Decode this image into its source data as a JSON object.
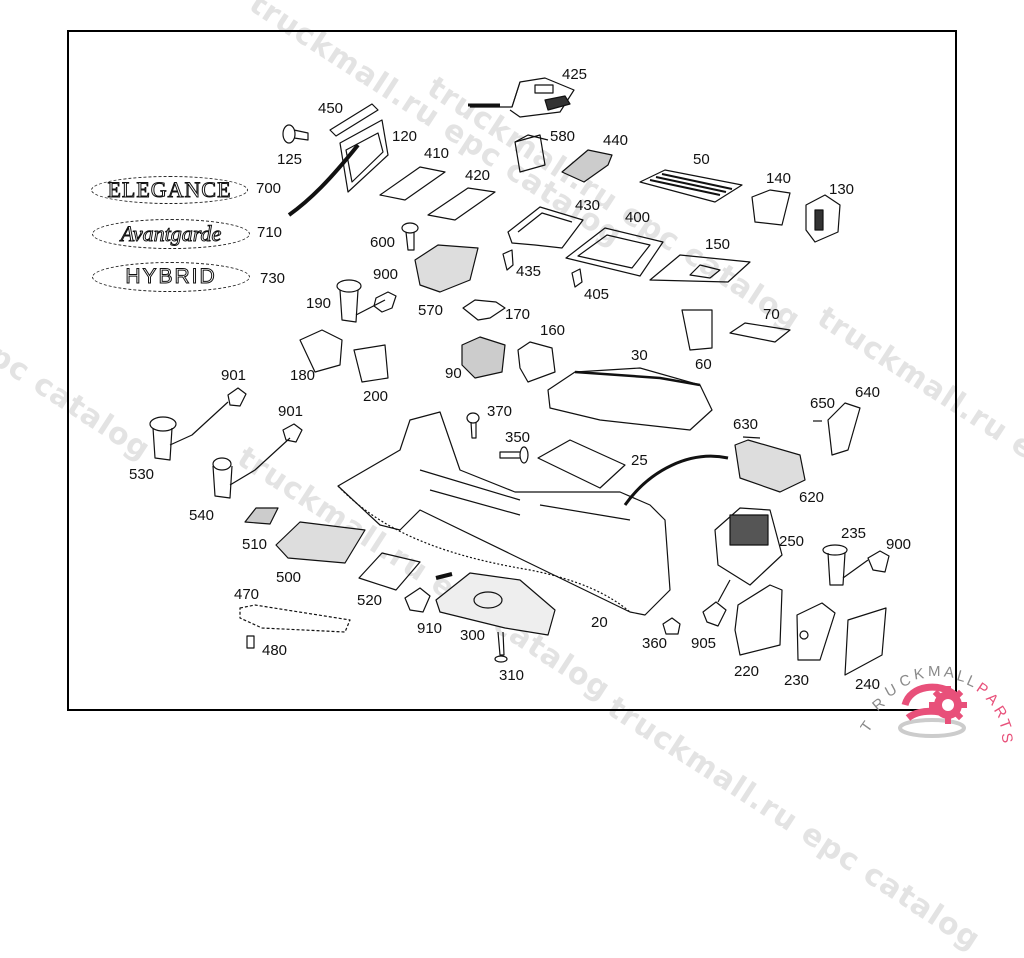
{
  "diagram": {
    "type": "exploded-parts-diagram",
    "subject": "center console assembly"
  },
  "badges": [
    {
      "id": "700",
      "text": "ELEGANCE",
      "style": "serif"
    },
    {
      "id": "710",
      "text": "Avantgarde",
      "style": "italic-serif"
    },
    {
      "id": "730",
      "text": "HYBRID",
      "style": "sans"
    }
  ],
  "labels": {
    "p425": "425",
    "p450": "450",
    "p120": "120",
    "p125": "125",
    "p410": "410",
    "p420": "420",
    "p580": "580",
    "p440": "440",
    "p50": "50",
    "p140": "140",
    "p130": "130",
    "p700": "700",
    "p710": "710",
    "p730": "730",
    "p430": "430",
    "p400": "400",
    "p150": "150",
    "p600": "600",
    "p900a": "900",
    "p435": "435",
    "p405": "405",
    "p190": "190",
    "p570": "570",
    "p170": "170",
    "p70": "70",
    "p160": "160",
    "p180": "180",
    "p90": "90",
    "p30": "30",
    "p60": "60",
    "p200": "200",
    "p901a": "901",
    "p901b": "901",
    "p370": "370",
    "p650": "650",
    "p640": "640",
    "p630": "630",
    "p350": "350",
    "p25": "25",
    "p530": "530",
    "p620": "620",
    "p540": "540",
    "p510": "510",
    "p235": "235",
    "p250": "250",
    "p900b": "900",
    "p500": "500",
    "p470": "470",
    "p520": "520",
    "p910": "910",
    "p20": "20",
    "p300": "300",
    "p360": "360",
    "p905": "905",
    "p480": "480",
    "p220": "220",
    "p310": "310",
    "p230": "230",
    "p240": "240"
  },
  "watermarks": [
    "truckmall.ru epc catalog"
  ],
  "logo": {
    "text": "TRUCKMALLPARTS",
    "part1": "TRUCKMALL",
    "part2": "PARTS",
    "accent": "#e8507a",
    "gray": "#8a8a8a"
  }
}
